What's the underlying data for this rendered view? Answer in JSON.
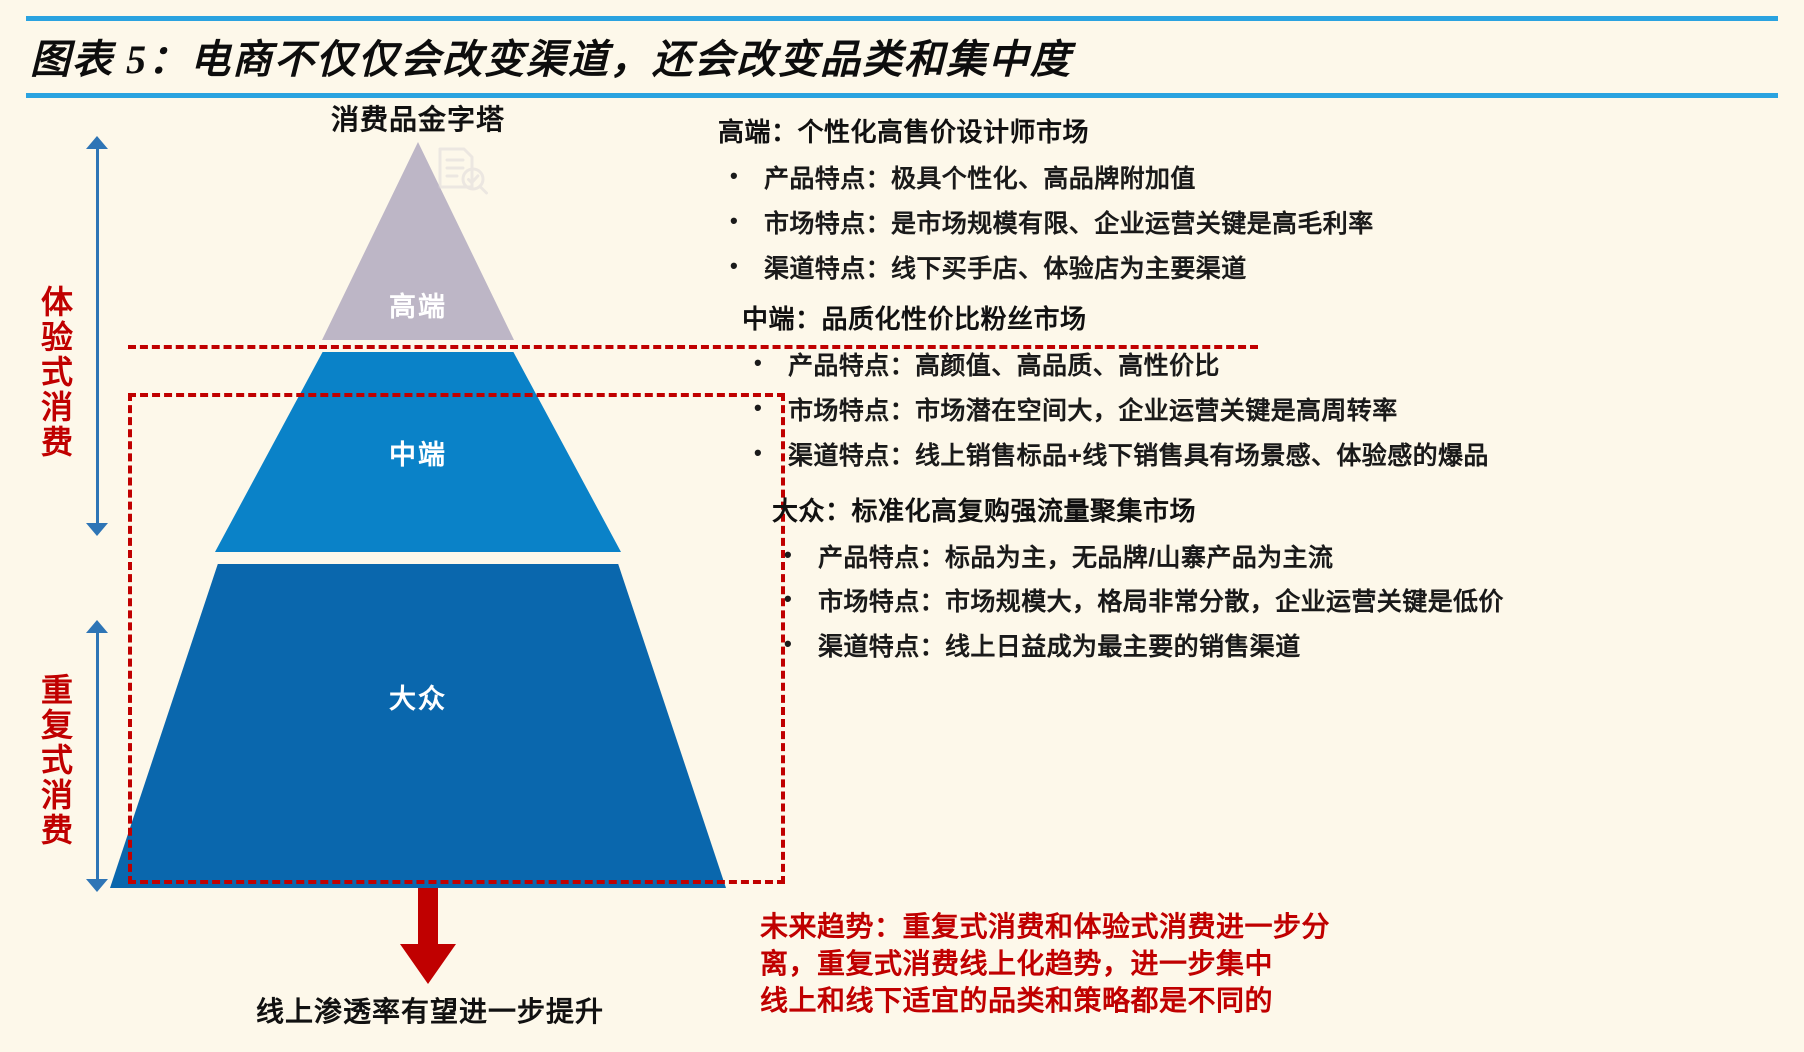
{
  "header": {
    "title": "图表 5：电商不仅仅会改变渠道，还会改变品类和集中度",
    "accent_color": "#2aa3e0"
  },
  "left_axis": {
    "experience_label": "体验式消费",
    "repeat_label": "重复式消费",
    "label_color": "#c00000",
    "arrow_color": "#2e75b6"
  },
  "pyramid": {
    "title": "消费品金字塔",
    "icon": "document-check-icon",
    "tiers": [
      {
        "label": "高端",
        "color": "#bdb6c6"
      },
      {
        "label": "中端",
        "color": "#0a82c8"
      },
      {
        "label": "大众",
        "color": "#0a67ad"
      }
    ],
    "focus_box_color": "#c00000"
  },
  "bottom": {
    "arrow_color": "#c00000",
    "caption": "线上渗透率有望进一步提升"
  },
  "sections": [
    {
      "heading": "高端：个性化高售价设计师市场",
      "bullets": [
        "产品特点：极具个性化、高品牌附加值",
        "市场特点：是市场规模有限、企业运营关键是高毛利率",
        "渠道特点：线下买手店、体验店为主要渠道"
      ]
    },
    {
      "heading": "中端：品质化性价比粉丝市场",
      "bullets": [
        "产品特点：高颜值、高品质、高性价比",
        "市场特点：市场潜在空间大，企业运营关键是高周转率",
        "渠道特点：线上销售标品+线下销售具有场景感、体验感的爆品"
      ]
    },
    {
      "heading": "大众：标准化高复购强流量聚集市场",
      "bullets": [
        "产品特点：标品为主，无品牌/山寨产品为主流",
        "市场特点：市场规模大，格局非常分散，企业运营关键是低价",
        "渠道特点：线上日益成为最主要的销售渠道"
      ]
    }
  ],
  "conclusion": {
    "color": "#c00000",
    "lines": [
      "未来趋势：重复式消费和体验式消费进一步分",
      "离，重复式消费线上化趋势，进一步集中",
      "线上和线下适宜的品类和策略都是不同的"
    ]
  }
}
